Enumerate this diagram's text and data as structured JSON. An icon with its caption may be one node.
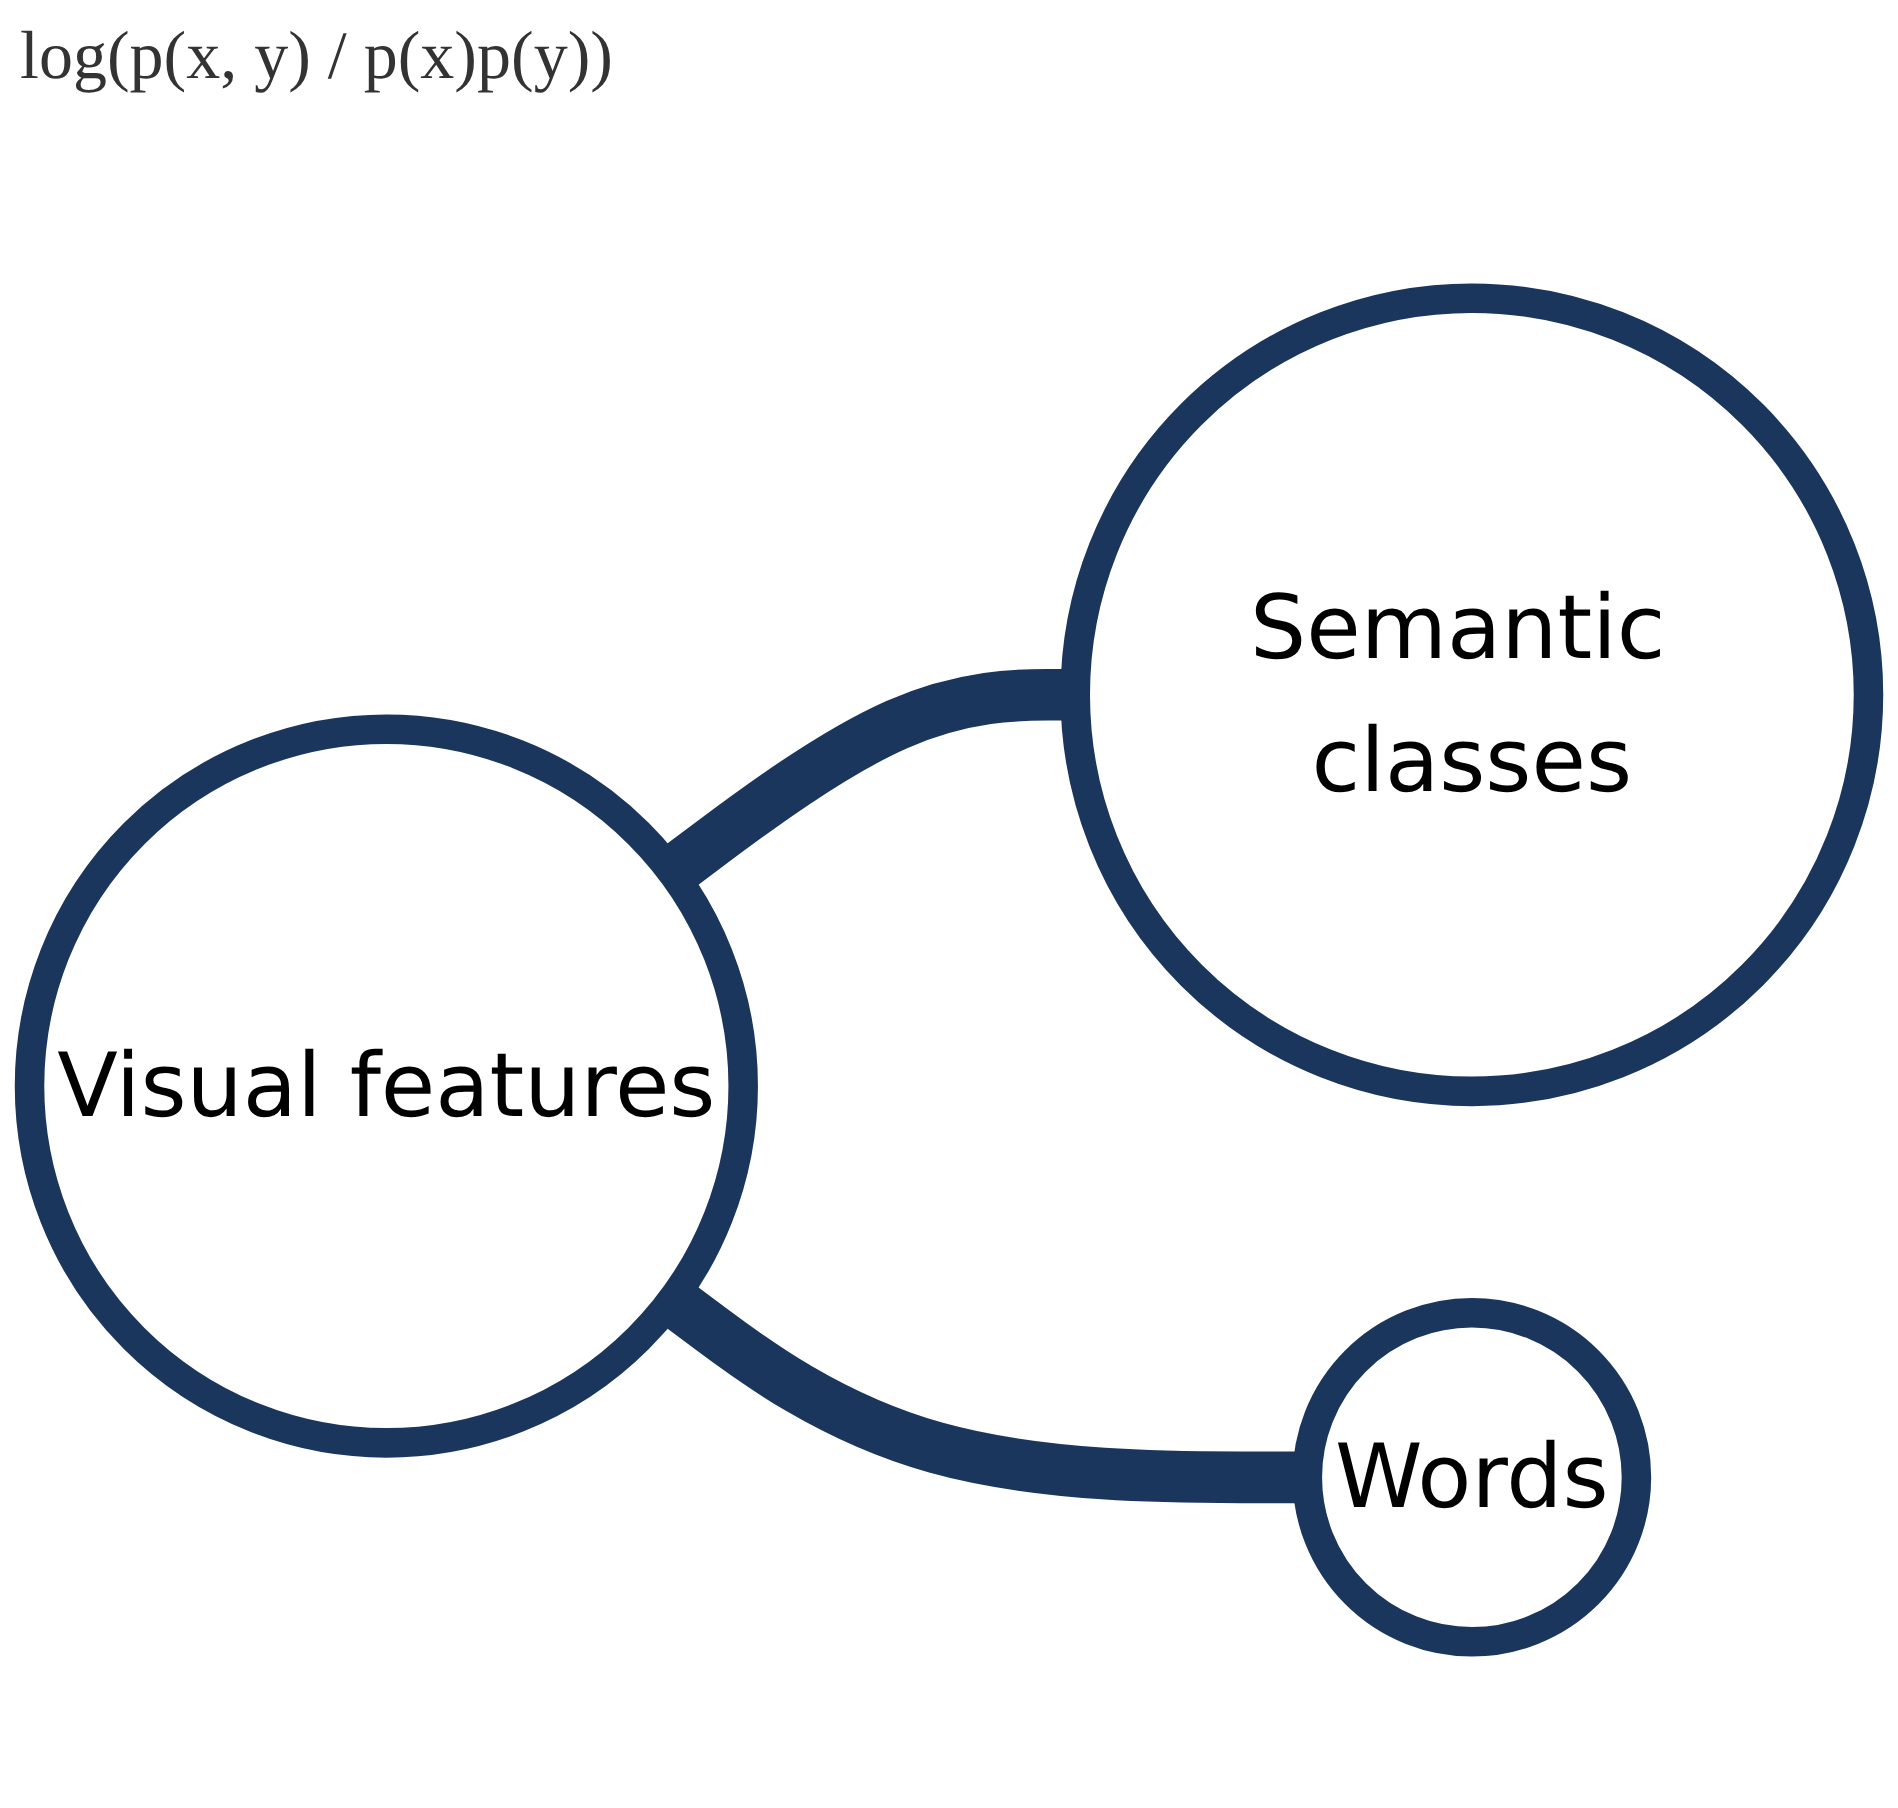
{
  "diagram": {
    "nodes": [
      {
        "text": [
          "Semantic classes"
        ]
      },
      {
        "text": [
          "Visual features"
        ]
      },
      {
        "text": [
          "Words"
        ]
      }
    ],
    "edges": [
      {
        "from": 1,
        "to": 0,
        "arrow": "none"
      },
      {
        "from": 1,
        "to": 2,
        "arrow": "none"
      }
    ],
    "labels": [
      "log(p(x, y) / p(x)p(y))"
    ]
  }
}
